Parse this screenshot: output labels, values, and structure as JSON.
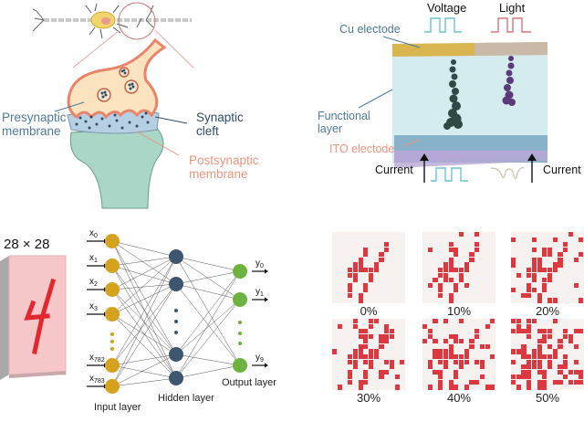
{
  "panel_synapse": {
    "labels": {
      "presynaptic": [
        "Presynaptic",
        "membrane"
      ],
      "synaptic_cleft": [
        "Synaptic",
        "cleft"
      ],
      "postsynaptic": [
        "Postsynaptic",
        "membrane"
      ]
    },
    "colors": {
      "presynaptic_text": "#4f7a96",
      "cleft_text": "#2e4d66",
      "postsynaptic_text": "#e99680",
      "terminal_fill": "#fce3c0",
      "terminal_outline": "#e9836a",
      "post_fill": "#a9d6c7",
      "cleft_fill": "#b7cfe3",
      "vesicle": "#2e4d66"
    }
  },
  "panel_device": {
    "signal_labels": {
      "voltage": "Voltage",
      "light": "Light"
    },
    "labels": {
      "cu_electrode": "Cu  electode",
      "functional_layer": [
        "Functional",
        "layer"
      ],
      "ito_electrode": "ITO  electode",
      "current_left": "Current",
      "current_right": "Current"
    },
    "colors": {
      "voltage_pulse": "#6cc3cf",
      "light_pulse": "#d1787a",
      "cu_top": "#d8b54e",
      "functional": "#cfeaec",
      "ito": "#b6a8d6",
      "filament_left": "#2f4a44",
      "filament_right": "#5a3a78",
      "label_blue": "#4f7a96",
      "label_orange": "#e99680"
    }
  },
  "panel_network": {
    "image_size_label": "28 × 28",
    "inputs": [
      "x0",
      "x1",
      "x2",
      "x3",
      "x782",
      "x783"
    ],
    "input_subs": [
      [
        "x",
        "0"
      ],
      [
        "x",
        "1"
      ],
      [
        "x",
        "2"
      ],
      [
        "x",
        "3"
      ],
      [
        "x",
        "782"
      ],
      [
        "x",
        "783"
      ]
    ],
    "outputs": [
      [
        "y",
        "0"
      ],
      [
        "y",
        "1"
      ],
      [
        "y",
        "9"
      ]
    ],
    "layer_labels": {
      "input": "Input layer",
      "hidden": "Hidden layer",
      "output": "Output layer"
    },
    "colors": {
      "input_node": "#d4a21d",
      "hidden_node": "#3e5670",
      "output_node": "#6cb33f",
      "digit": "#e2282f",
      "card": "#f7c6c8"
    }
  },
  "panel_noise": {
    "noise_levels": [
      "0%",
      "10%",
      "20%",
      "30%",
      "40%",
      "50%"
    ],
    "noise_fractions": [
      0.0,
      0.1,
      0.2,
      0.3,
      0.4,
      0.5
    ],
    "colors": {
      "pixel": "#d9222b",
      "background": "#f7f1f0"
    }
  }
}
